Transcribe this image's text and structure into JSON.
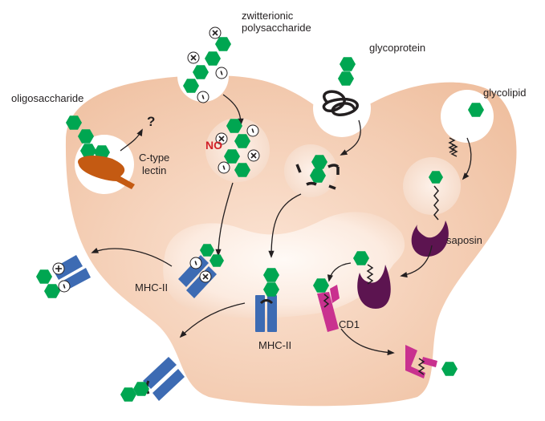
{
  "labels": {
    "zwitterionic": "zwitterionic",
    "polysaccharide": "polysaccharide",
    "glycoprotein": "glycoprotein",
    "glycolipid": "glycolipid",
    "oligosaccharide": "oligosaccharide",
    "c_type": "C-type",
    "lectin": "lectin",
    "no": "NO",
    "question": "?",
    "saposin": "saposin",
    "mhc_left": "MHC-II",
    "mhc_center": "MHC-II",
    "cd1": "CD1"
  },
  "colors": {
    "cell": "#f3cdb3",
    "vesicle": "#fbe7db",
    "sugar": "#00a651",
    "mhc": "#3d6bb3",
    "cd1": "#c9318f",
    "saposin": "#5c1450",
    "lectin": "#c45a12",
    "no_text": "#d22027"
  }
}
